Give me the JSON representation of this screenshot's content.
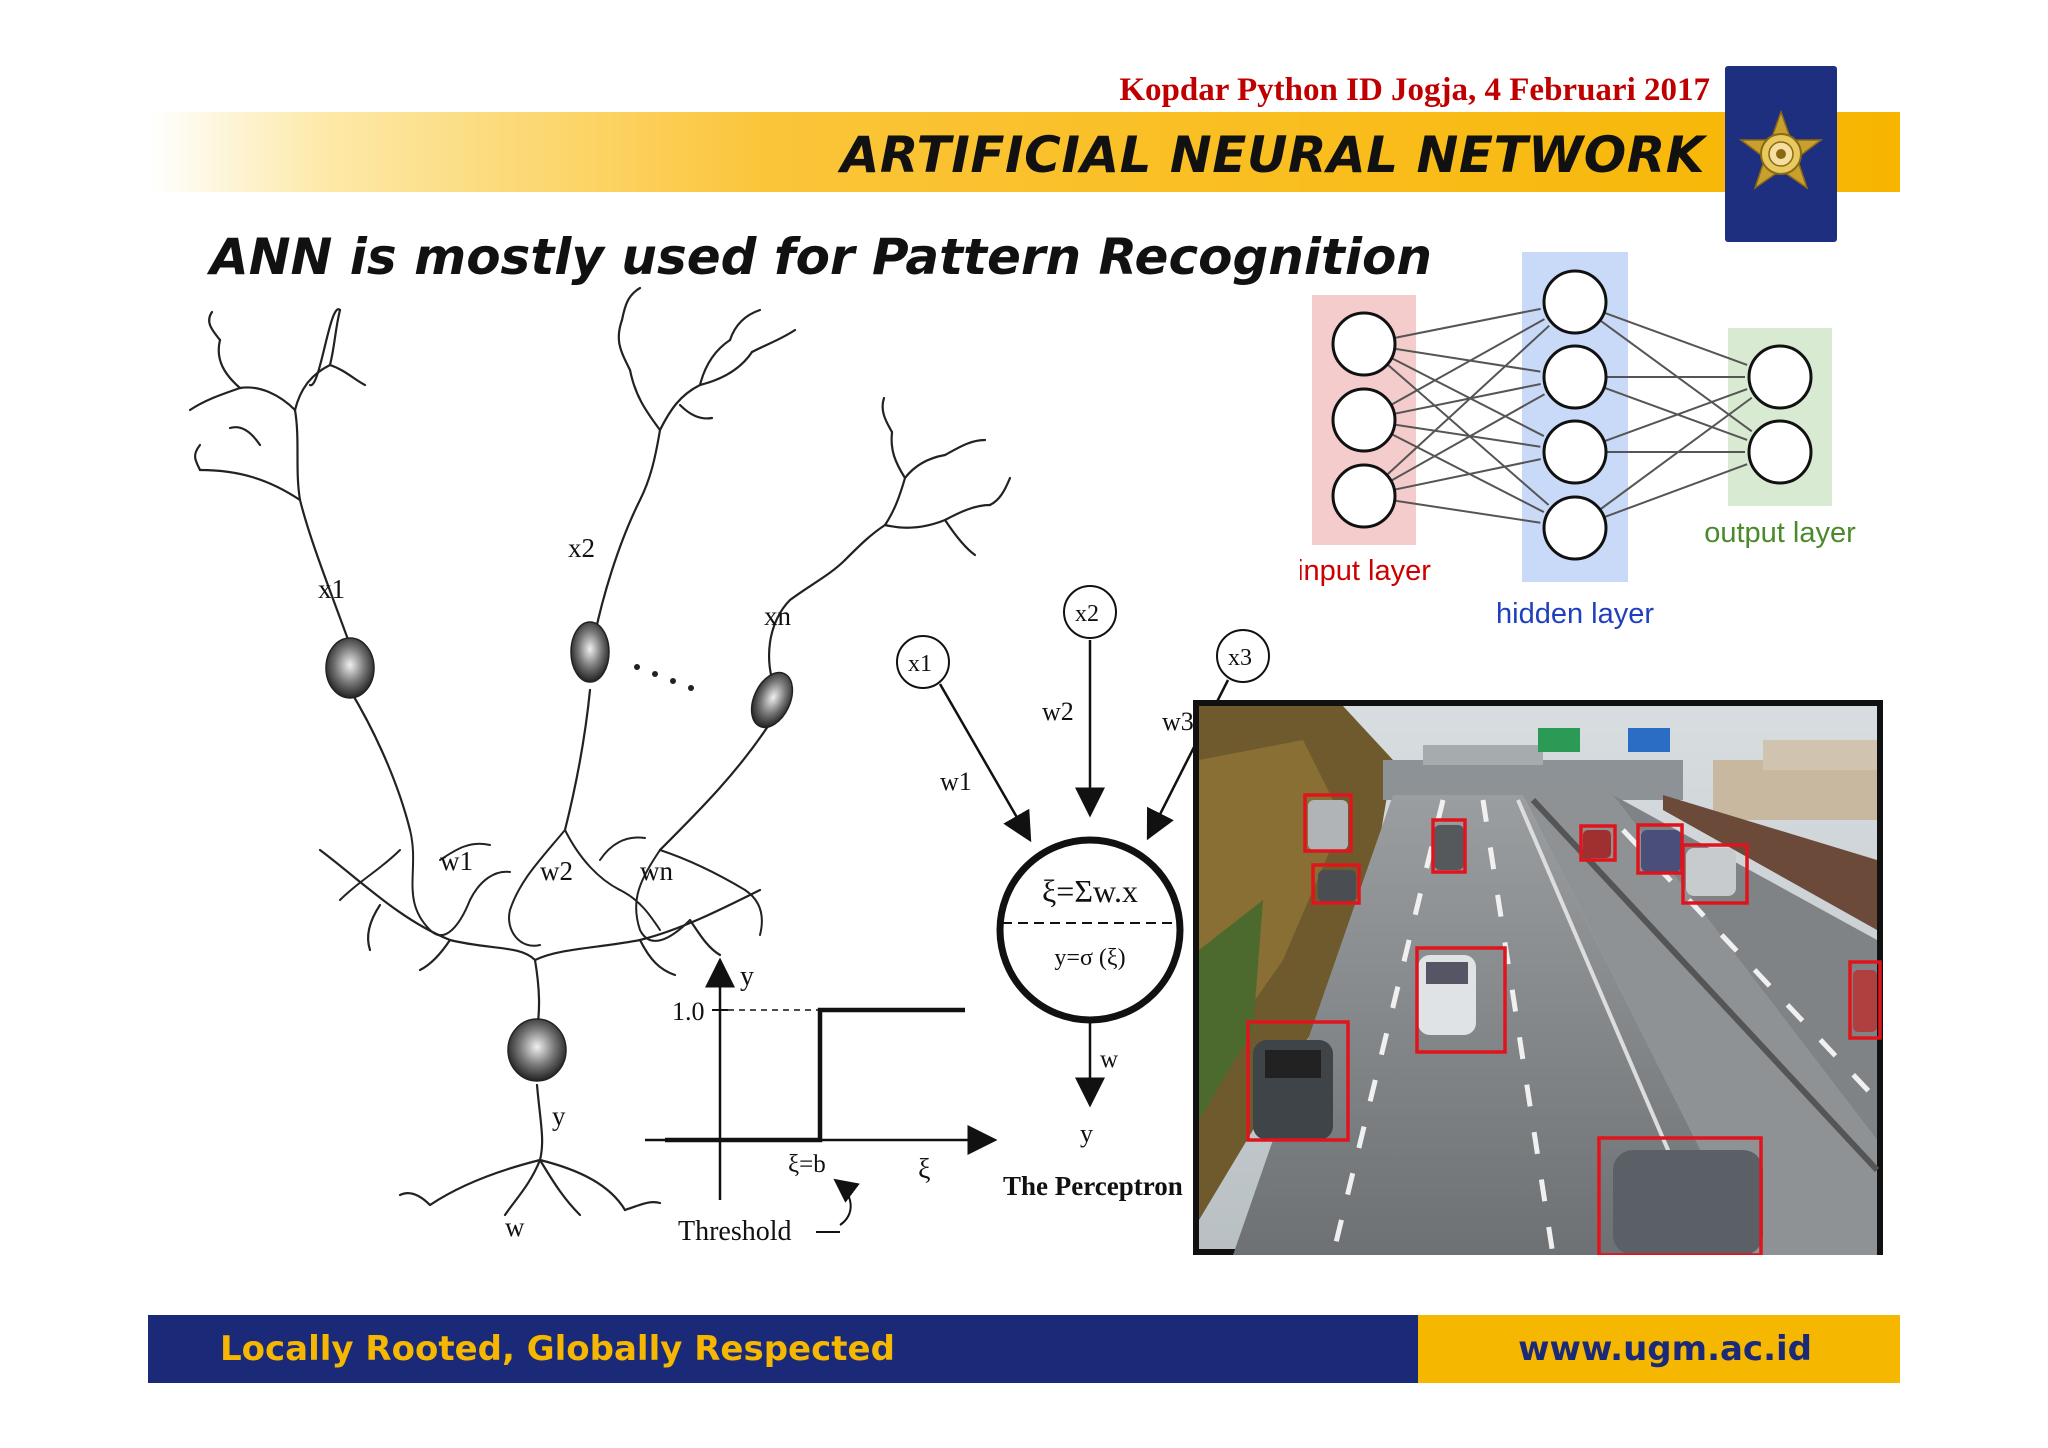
{
  "header": {
    "event": "Kopdar Python ID Jogja, 4 Februari 2017",
    "title": "ARTIFICIAL NEURAL NETWORK"
  },
  "subtitle": "ANN is mostly used for Pattern Recognition",
  "neuron_diagram": {
    "inputs": [
      "x1",
      "x2",
      "xn"
    ],
    "weights": [
      "w1",
      "w2",
      "wn"
    ],
    "output": "y",
    "output_weight": "w"
  },
  "threshold_plot": {
    "y_axis": "y",
    "y_tick": "1.0",
    "x_axis": "ξ",
    "x_tick": "ξ=b",
    "caption": "Threshold"
  },
  "perceptron": {
    "inputs": [
      "x1",
      "x2",
      "x3"
    ],
    "weights": [
      "w1",
      "w2",
      "w3"
    ],
    "sum": "ξ=Σw.x",
    "activation": "y=σ (ξ)",
    "out_weight": "w",
    "output": "y",
    "caption": "The Perceptron"
  },
  "nn_diagram": {
    "input_label": "input layer",
    "hidden_label": "hidden layer",
    "output_label": "output layer",
    "input_color": "#f4cccc",
    "hidden_color": "#c9daf8",
    "output_color": "#d9ead3"
  },
  "footer": {
    "tagline": "Locally Rooted, Globally Respected",
    "url": "www.ugm.ac.id"
  }
}
